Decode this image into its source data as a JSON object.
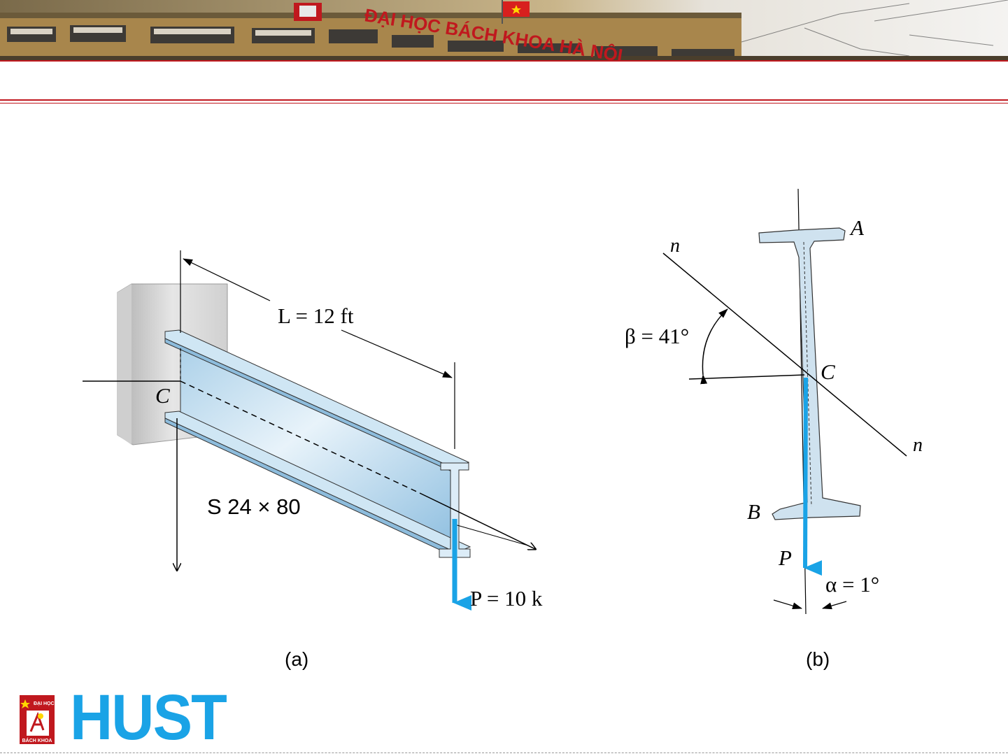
{
  "header": {
    "banner_text": "ĐẠI HỌC BÁCH KHOA HÀ NỘI"
  },
  "figure_a": {
    "length_label": "L = 12 ft",
    "centroid_label": "C",
    "section_label": "S 24 × 80",
    "load_label": "P = 10 k",
    "caption": "(a)"
  },
  "figure_b": {
    "point_a": "A",
    "point_b": "B",
    "point_c": "C",
    "axis_n_top": "n",
    "axis_n_bottom": "n",
    "beta_label": "β = 41°",
    "load_label": "P",
    "alpha_label": "α = 1°",
    "caption": "(b)"
  },
  "footer": {
    "logo_top_text": "ĐẠI HỌC",
    "logo_bottom_text": "BÁCH KHOA",
    "brand": "HUST"
  },
  "colors": {
    "accent_red": "#c0181e",
    "beam_blue": "#b9d9ee",
    "load_blue": "#1aa3e6",
    "brand_blue": "#1aa3e6"
  }
}
